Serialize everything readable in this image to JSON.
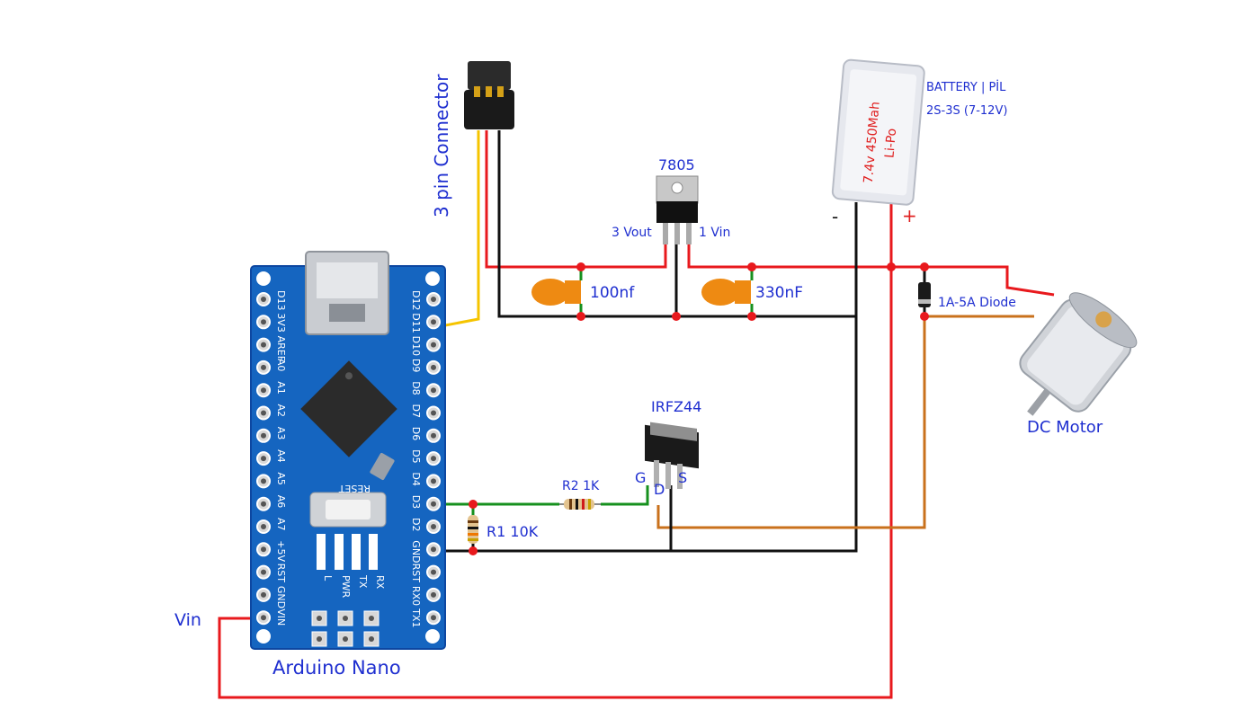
{
  "colors": {
    "wire_red": "#e8191d",
    "wire_black": "#111111",
    "wire_yellow": "#f5c400",
    "wire_green": "#16901e",
    "wire_orange": "#c9711c",
    "label_blue": "#1f2fd0",
    "label_red": "#e02020",
    "board_blue": "#1565c0",
    "capacitor": "#ee8a12"
  },
  "labels": {
    "connector": "3 pin Connector",
    "regulator": "7805",
    "reg_vout": "3 Vout",
    "reg_vin": "1 Vin",
    "cap1": "100nf",
    "cap2": "330nF",
    "battery_title": "BATTERY | PİL",
    "battery_spec": "2S-3S (7-12V)",
    "battery_body_1": "7.4v 450Mah",
    "battery_body_2": "Li-Po",
    "minus": "-",
    "plus": "+",
    "diode": "1A-5A Diode",
    "motor": "DC Motor",
    "mosfet": "IRFZ44",
    "gate": "G",
    "drain": "D",
    "source": "S",
    "r2": "R2 1K",
    "r1": "R1 10K",
    "vin": "Vin",
    "board": "Arduino Nano",
    "reset": "RESET"
  },
  "pins_right": [
    "D12",
    "D11",
    "D10",
    "D9",
    "D8",
    "D7",
    "D6",
    "D5",
    "D4",
    "D3",
    "D2",
    "GND",
    "RST",
    "RX0",
    "TX1"
  ],
  "pins_left": [
    "D13",
    "3V3",
    "AREF",
    "A0",
    "A1",
    "A2",
    "A3",
    "A4",
    "A5",
    "A6",
    "A7",
    "+5V",
    "RST",
    "GND",
    "VIN"
  ],
  "leds": [
    "L",
    "PWR",
    "TX",
    "RX"
  ]
}
